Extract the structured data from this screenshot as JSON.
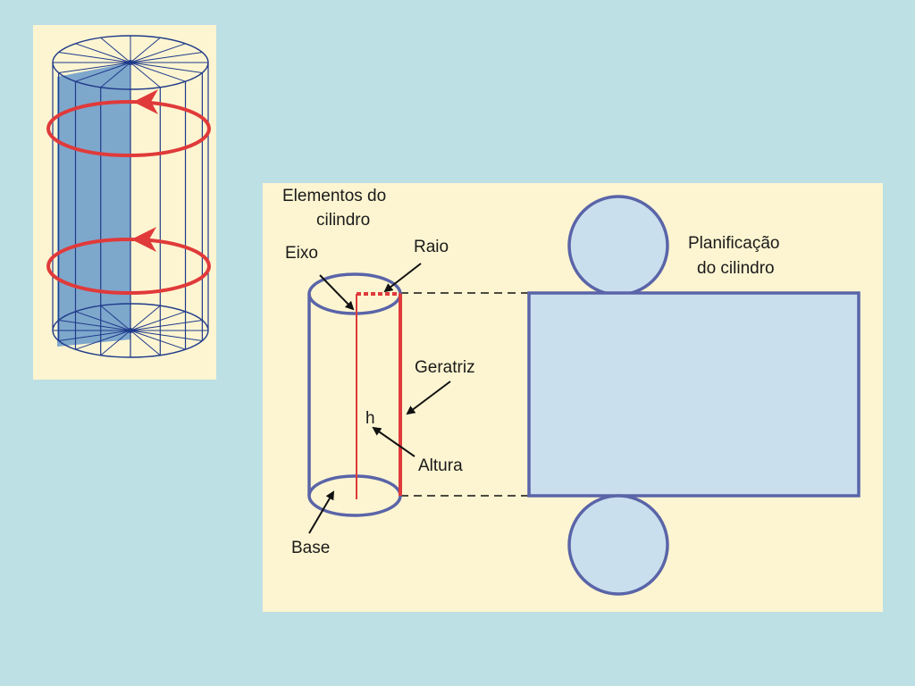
{
  "diagram": {
    "title_line1": "Elementos do",
    "title_line2": "cilindro",
    "labels": {
      "eixo": "Eixo",
      "raio": "Raio",
      "geratriz": "Geratriz",
      "h": "h",
      "altura": "Altura",
      "base": "Base"
    },
    "net_title_line1": "Planificação",
    "net_title_line2": "do cilindro"
  },
  "colors": {
    "slide_background": "#bde0e4",
    "panel_background": "#fdf5d1",
    "outline": "#5a64a8",
    "fill": "#c9dfee",
    "wireframe": "#1f3a8a",
    "highlight": "#e03a3a",
    "shaded_section": "#7ea7cc"
  }
}
